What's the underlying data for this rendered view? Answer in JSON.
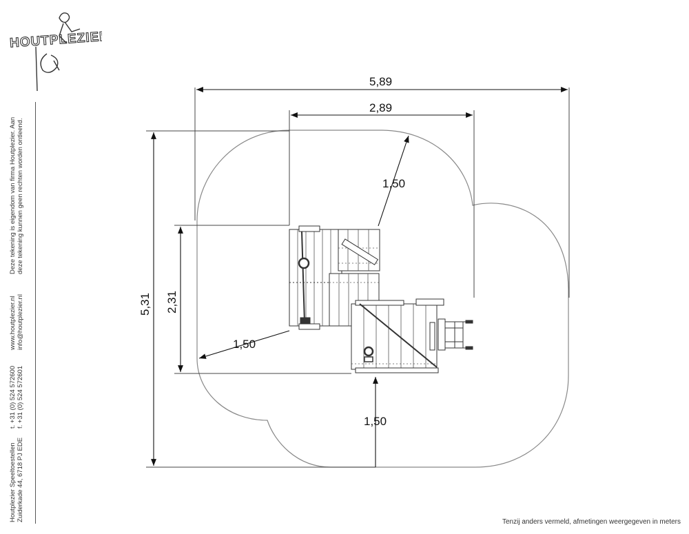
{
  "brand": {
    "logo_text": "HOUTPLEZIER"
  },
  "sidebar": {
    "address_line1": "Houtplezier Speeltoestellen",
    "address_line2": "Zuiderkade 44, 6718 PJ EDE",
    "phone": "t. +31 (0) 524 572600",
    "fax": "f. +31 (0) 524 572601",
    "website": "www.houtplezier.nl",
    "email": "info@houtplezier.nl",
    "notice_line1": "Deze tekening is eigendom van firma Houtplezier. Aan",
    "notice_line2": "deze tekening kunnen geen rechten worden ontleend."
  },
  "dimensions": {
    "total_width": "5,89",
    "equipment_width": "2,89",
    "total_depth": "5,31",
    "equipment_depth": "2,31",
    "clearance_top": "1,50",
    "clearance_left": "1,50",
    "clearance_bottom": "1,50"
  },
  "footnote": "Tenzij anders vermeld, afmetingen weergegeven in meters",
  "colors": {
    "line": "#333333",
    "safety_zone": "#888888"
  }
}
